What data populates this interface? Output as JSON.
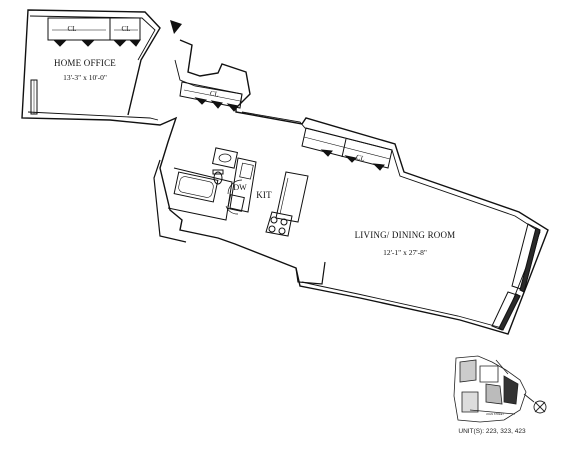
{
  "rooms": {
    "home_office": {
      "name": "HOME OFFICE",
      "dims": "13'-3\" x 10'-0\""
    },
    "living_dining": {
      "name": "LIVING/ DINING ROOM",
      "dims": "12'-1\" x 27'-8\""
    },
    "kitchen": {
      "name": "KIT"
    },
    "dishwasher": {
      "name": "DW"
    }
  },
  "closets": {
    "label": "CL"
  },
  "key_plan": {
    "unit_label": "UNIT(S): 223, 323, 423",
    "street_labels": [
      "JOHN STREET"
    ]
  },
  "colors": {
    "wall": "#111111",
    "paper": "#ffffff",
    "highlight": "#2a2a2a"
  }
}
